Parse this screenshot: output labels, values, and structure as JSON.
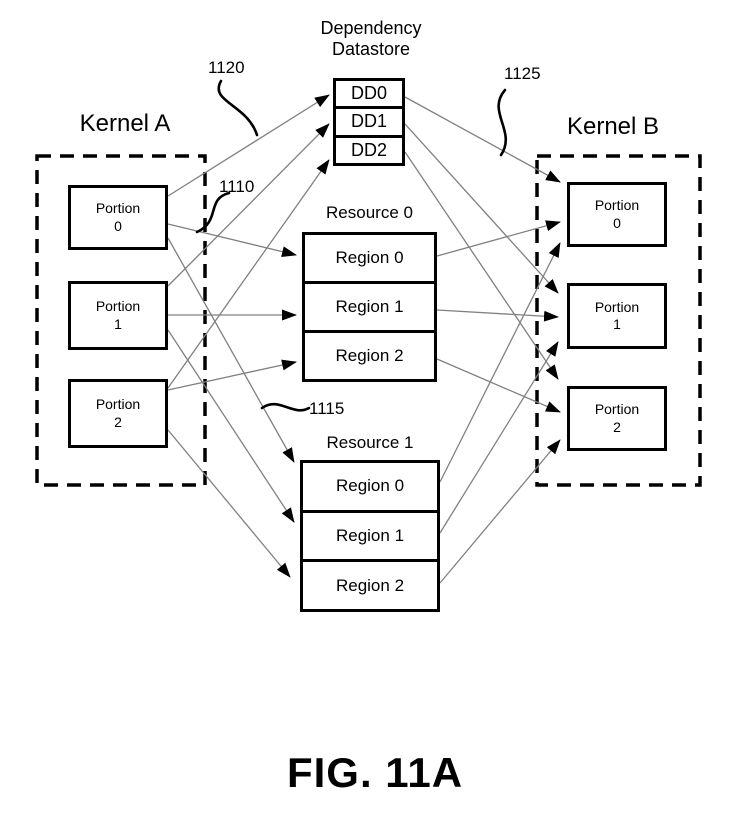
{
  "figure_caption": "FIG. 11A",
  "datastore": {
    "title_line1": "Dependency",
    "title_line2": "Datastore",
    "rows": [
      "DD0",
      "DD1",
      "DD2"
    ]
  },
  "kernel_a": {
    "title": "Kernel A",
    "portions": [
      {
        "line1": "Portion",
        "line2": "0"
      },
      {
        "line1": "Portion",
        "line2": "1"
      },
      {
        "line1": "Portion",
        "line2": "2"
      }
    ]
  },
  "kernel_b": {
    "title": "Kernel B",
    "portions": [
      {
        "line1": "Portion",
        "line2": "0"
      },
      {
        "line1": "Portion",
        "line2": "1"
      },
      {
        "line1": "Portion",
        "line2": "2"
      }
    ]
  },
  "resource_0": {
    "title": "Resource 0",
    "regions": [
      "Region 0",
      "Region 1",
      "Region 2"
    ]
  },
  "resource_1": {
    "title": "Resource 1",
    "regions": [
      "Region 0",
      "Region 1",
      "Region 2"
    ]
  },
  "reference_labels": {
    "kernel_a_boundary": "1110",
    "resource_region_arrows": "1115",
    "datastore_write_arrow": "1120",
    "datastore_read_arrow": "1125"
  },
  "connections": [
    {
      "from": "portion-a0",
      "to": "dd0"
    },
    {
      "from": "portion-a1",
      "to": "dd1"
    },
    {
      "from": "portion-a2",
      "to": "dd2"
    },
    {
      "from": "portion-a0",
      "to": "resource0-region0"
    },
    {
      "from": "portion-a1",
      "to": "resource0-region1"
    },
    {
      "from": "portion-a2",
      "to": "resource0-region2"
    },
    {
      "from": "portion-a0",
      "to": "resource1-region0"
    },
    {
      "from": "portion-a1",
      "to": "resource1-region1"
    },
    {
      "from": "portion-a2",
      "to": "resource1-region2"
    },
    {
      "from": "dd0",
      "to": "portion-b0"
    },
    {
      "from": "dd1",
      "to": "portion-b1"
    },
    {
      "from": "dd2",
      "to": "portion-b2"
    },
    {
      "from": "resource0-region0",
      "to": "portion-b0"
    },
    {
      "from": "resource0-region1",
      "to": "portion-b1"
    },
    {
      "from": "resource0-region2",
      "to": "portion-b2"
    },
    {
      "from": "resource1-region0",
      "to": "portion-b0"
    },
    {
      "from": "resource1-region1",
      "to": "portion-b1"
    },
    {
      "from": "resource1-region2",
      "to": "portion-b2"
    }
  ],
  "colors": {
    "connector": "#808080",
    "ink": "#000000",
    "background": "#ffffff"
  }
}
